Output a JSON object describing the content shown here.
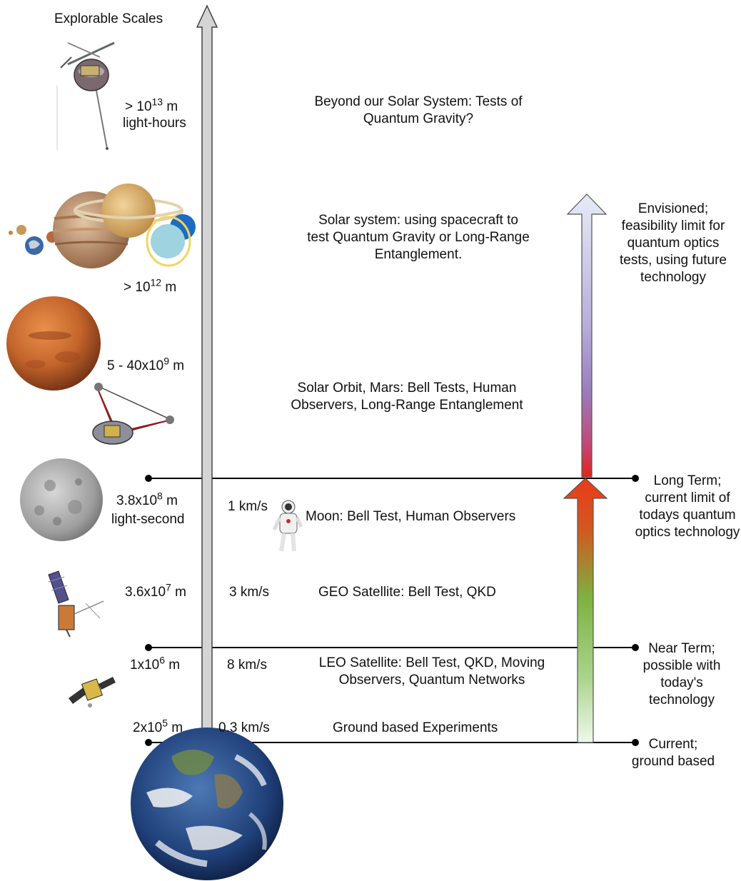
{
  "title": "Explorable Scales",
  "scales": [
    {
      "key": "deep_space",
      "base": "> 10",
      "exp": "13",
      "unit": " m",
      "note": "light-hours"
    },
    {
      "key": "solar_system",
      "base": "> 10",
      "exp": "12",
      "unit": " m",
      "note": ""
    },
    {
      "key": "mars",
      "base": "5 - 40x10",
      "exp": "9",
      "unit": " m",
      "note": ""
    },
    {
      "key": "moon",
      "base": "3.8x10",
      "exp": "8",
      "unit": " m",
      "note": "light-second"
    },
    {
      "key": "geo",
      "base": "3.6x10",
      "exp": "7",
      "unit": " m",
      "note": ""
    },
    {
      "key": "leo",
      "base": "1x10",
      "exp": "6",
      "unit": " m",
      "note": ""
    },
    {
      "key": "ground",
      "base": "2x10",
      "exp": "5",
      "unit": " m",
      "note": ""
    }
  ],
  "velocities": {
    "moon": "1 km/s",
    "geo": "3 km/s",
    "leo": "8 km/s",
    "ground": "0.3 km/s"
  },
  "experiments": {
    "deep_space": [
      "Beyond our Solar System: Tests of",
      "Quantum Gravity?"
    ],
    "solar_system": [
      "Solar system: using spacecraft to",
      "test Quantum Gravity or Long-Range",
      "Entanglement."
    ],
    "mars": [
      "Solar Orbit, Mars: Bell Tests, Human",
      "Observers, Long-Range Entanglement"
    ],
    "moon": [
      "Moon:  Bell Test, Human Observers"
    ],
    "geo": [
      "GEO Satellite: Bell Test, QKD"
    ],
    "leo": [
      "LEO Satellite: Bell Test, QKD, Moving",
      "Observers, Quantum Networks"
    ],
    "ground": [
      "Ground based Experiments"
    ]
  },
  "milestones": {
    "envisioned": [
      "Envisioned;",
      "feasibility limit for",
      "quantum optics",
      "tests, using future",
      "technology"
    ],
    "long_term": [
      "Long Term;",
      "current limit of",
      "todays quantum",
      "optics technology"
    ],
    "near_term": [
      "Near Term;",
      "possible with",
      "today's",
      "technology"
    ],
    "current": [
      "Current;",
      "ground based"
    ]
  },
  "colors": {
    "scale_arrow_fill": "#d4d4d4",
    "future_arrow_top": "#e8ecf8",
    "future_arrow_mid": "#9e86c4",
    "future_arrow_bottom": "#e0241a",
    "now_arrow_top": "#e8401c",
    "now_arrow_mid": "#7cb244",
    "now_arrow_bottom": "#eaf6e4",
    "line": "#000000"
  },
  "icons": {
    "deep_space": "pioneer-probe-icon",
    "solar_system": "planets-icon",
    "mars": "mars-icon",
    "mars_orbit": "triangle-spacecraft-icon",
    "moon": "moon-icon",
    "astronaut": "astronaut-icon",
    "geo": "geo-satellite-icon",
    "leo": "leo-satellite-icon",
    "earth": "earth-icon"
  }
}
